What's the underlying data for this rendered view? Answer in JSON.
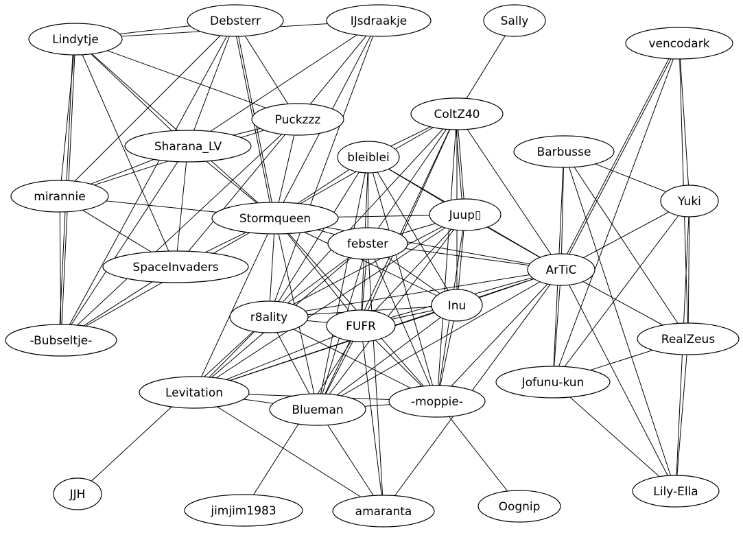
{
  "graph": {
    "nodes": [
      {
        "id": "Debsterr",
        "label": "Debsterr"
      },
      {
        "id": "IJsdraakje",
        "label": "IJsdraakje"
      },
      {
        "id": "Sally",
        "label": "Sally"
      },
      {
        "id": "vencodark",
        "label": "vencodark"
      },
      {
        "id": "Lindytje",
        "label": "Lindytje"
      },
      {
        "id": "Puckzzz",
        "label": "Puckzzz"
      },
      {
        "id": "ColtZ40",
        "label": "ColtZ40"
      },
      {
        "id": "Sharana_LV",
        "label": "Sharana_LV"
      },
      {
        "id": "bleiblei",
        "label": "bleiblei"
      },
      {
        "id": "Barbusse",
        "label": "Barbusse"
      },
      {
        "id": "mirannie",
        "label": "mirannie"
      },
      {
        "id": "Yuki",
        "label": "Yuki"
      },
      {
        "id": "Stormqueen",
        "label": "Stormqueen"
      },
      {
        "id": "Juup",
        "label": "Juup▯"
      },
      {
        "id": "febster",
        "label": "febster"
      },
      {
        "id": "SpaceInvaders",
        "label": "SpaceInvaders"
      },
      {
        "id": "ArTiC",
        "label": "ArTiC"
      },
      {
        "id": "Inu",
        "label": "Inu"
      },
      {
        "id": "r8ality",
        "label": "r8ality"
      },
      {
        "id": "FUFR",
        "label": "FUFR"
      },
      {
        "id": "RealZeus",
        "label": "RealZeus"
      },
      {
        "id": "Bubseltje",
        "label": "-Bubseltje-"
      },
      {
        "id": "Jofunu-kun",
        "label": "Jofunu-kun"
      },
      {
        "id": "Levitation",
        "label": "Levitation"
      },
      {
        "id": "moppie",
        "label": "-moppie-"
      },
      {
        "id": "Blueman",
        "label": "Blueman"
      },
      {
        "id": "JJH",
        "label": "JJH"
      },
      {
        "id": "Lily-Ella",
        "label": "Lily-Ella"
      },
      {
        "id": "Oognip",
        "label": "Oognip"
      },
      {
        "id": "jimjim1983",
        "label": "jimjim1983"
      },
      {
        "id": "amaranta",
        "label": "amaranta"
      }
    ],
    "edges": [
      [
        "Lindytje",
        "Debsterr"
      ],
      [
        "Lindytje",
        "IJsdraakje"
      ],
      [
        "Lindytje",
        "mirannie"
      ],
      [
        "Lindytje",
        "Sharana_LV"
      ],
      [
        "Lindytje",
        "Puckzzz"
      ],
      [
        "Lindytje",
        "Stormqueen"
      ],
      [
        "Lindytje",
        "SpaceInvaders"
      ],
      [
        "Lindytje",
        "Bubseltje"
      ],
      [
        "Lindytje",
        "Bubseltje"
      ],
      [
        "Debsterr",
        "Sharana_LV"
      ],
      [
        "Debsterr",
        "Puckzzz"
      ],
      [
        "Debsterr",
        "Stormqueen"
      ],
      [
        "Debsterr",
        "Stormqueen"
      ],
      [
        "Debsterr",
        "mirannie"
      ],
      [
        "Debsterr",
        "Bubseltje"
      ],
      [
        "IJsdraakje",
        "Puckzzz"
      ],
      [
        "IJsdraakje",
        "Sharana_LV"
      ],
      [
        "IJsdraakje",
        "Stormqueen"
      ],
      [
        "IJsdraakje",
        "r8ality"
      ],
      [
        "Sally",
        "ColtZ40"
      ],
      [
        "vencodark",
        "ArTiC"
      ],
      [
        "vencodark",
        "ArTiC"
      ],
      [
        "vencodark",
        "Yuki"
      ],
      [
        "vencodark",
        "RealZeus"
      ],
      [
        "vencodark",
        "Jofunu-kun"
      ],
      [
        "Puckzzz",
        "Sharana_LV"
      ],
      [
        "Puckzzz",
        "mirannie"
      ],
      [
        "Puckzzz",
        "Stormqueen"
      ],
      [
        "Puckzzz",
        "SpaceInvaders"
      ],
      [
        "Puckzzz",
        "Bubseltje"
      ],
      [
        "Sharana_LV",
        "mirannie"
      ],
      [
        "Sharana_LV",
        "Stormqueen"
      ],
      [
        "Sharana_LV",
        "SpaceInvaders"
      ],
      [
        "Sharana_LV",
        "Bubseltje"
      ],
      [
        "ColtZ40",
        "bleiblei"
      ],
      [
        "ColtZ40",
        "Juup"
      ],
      [
        "ColtZ40",
        "Juup"
      ],
      [
        "ColtZ40",
        "febster"
      ],
      [
        "ColtZ40",
        "ArTiC"
      ],
      [
        "ColtZ40",
        "Inu"
      ],
      [
        "ColtZ40",
        "r8ality"
      ],
      [
        "ColtZ40",
        "FUFR"
      ],
      [
        "ColtZ40",
        "Blueman"
      ],
      [
        "ColtZ40",
        "moppie"
      ],
      [
        "ColtZ40",
        "Stormqueen"
      ],
      [
        "bleiblei",
        "Stormqueen"
      ],
      [
        "bleiblei",
        "Juup"
      ],
      [
        "bleiblei",
        "febster"
      ],
      [
        "bleiblei",
        "ArTiC"
      ],
      [
        "bleiblei",
        "Inu"
      ],
      [
        "bleiblei",
        "r8ality"
      ],
      [
        "bleiblei",
        "FUFR"
      ],
      [
        "bleiblei",
        "moppie"
      ],
      [
        "bleiblei",
        "Blueman"
      ],
      [
        "Barbusse",
        "Yuki"
      ],
      [
        "Barbusse",
        "ArTiC"
      ],
      [
        "Barbusse",
        "RealZeus"
      ],
      [
        "Barbusse",
        "Jofunu-kun"
      ],
      [
        "Barbusse",
        "Lily-Ella"
      ],
      [
        "mirannie",
        "Stormqueen"
      ],
      [
        "mirannie",
        "SpaceInvaders"
      ],
      [
        "mirannie",
        "Bubseltje"
      ],
      [
        "Yuki",
        "ArTiC"
      ],
      [
        "Yuki",
        "RealZeus"
      ],
      [
        "Yuki",
        "Jofunu-kun"
      ],
      [
        "Yuki",
        "Lily-Ella"
      ],
      [
        "Stormqueen",
        "Juup"
      ],
      [
        "Stormqueen",
        "febster"
      ],
      [
        "Stormqueen",
        "ArTiC"
      ],
      [
        "Stormqueen",
        "SpaceInvaders"
      ],
      [
        "Stormqueen",
        "Bubseltje"
      ],
      [
        "Stormqueen",
        "Inu"
      ],
      [
        "Stormqueen",
        "r8ality"
      ],
      [
        "Stormqueen",
        "FUFR"
      ],
      [
        "Stormqueen",
        "Levitation"
      ],
      [
        "Stormqueen",
        "moppie"
      ],
      [
        "Stormqueen",
        "Blueman"
      ],
      [
        "Juup",
        "febster"
      ],
      [
        "Juup",
        "ArTiC"
      ],
      [
        "Juup",
        "Inu"
      ],
      [
        "Juup",
        "r8ality"
      ],
      [
        "Juup",
        "FUFR"
      ],
      [
        "Juup",
        "Levitation"
      ],
      [
        "Juup",
        "moppie"
      ],
      [
        "Juup",
        "Blueman"
      ],
      [
        "febster",
        "ArTiC"
      ],
      [
        "febster",
        "Inu"
      ],
      [
        "febster",
        "r8ality"
      ],
      [
        "febster",
        "FUFR"
      ],
      [
        "febster",
        "Levitation"
      ],
      [
        "febster",
        "moppie"
      ],
      [
        "febster",
        "Blueman"
      ],
      [
        "febster",
        "amaranta"
      ],
      [
        "SpaceInvaders",
        "Bubseltje"
      ],
      [
        "ArTiC",
        "Inu"
      ],
      [
        "ArTiC",
        "r8ality"
      ],
      [
        "ArTiC",
        "FUFR"
      ],
      [
        "ArTiC",
        "RealZeus"
      ],
      [
        "ArTiC",
        "Jofunu-kun"
      ],
      [
        "ArTiC",
        "Lily-Ella"
      ],
      [
        "ArTiC",
        "Levitation"
      ],
      [
        "ArTiC",
        "moppie"
      ],
      [
        "ArTiC",
        "Blueman"
      ],
      [
        "ArTiC",
        "amaranta"
      ],
      [
        "Inu",
        "r8ality"
      ],
      [
        "Inu",
        "FUFR"
      ],
      [
        "Inu",
        "Levitation"
      ],
      [
        "Inu",
        "moppie"
      ],
      [
        "Inu",
        "Blueman"
      ],
      [
        "r8ality",
        "FUFR"
      ],
      [
        "r8ality",
        "Levitation"
      ],
      [
        "r8ality",
        "Blueman"
      ],
      [
        "r8ality",
        "moppie"
      ],
      [
        "r8ality",
        "JJH"
      ],
      [
        "FUFR",
        "Levitation"
      ],
      [
        "FUFR",
        "Blueman"
      ],
      [
        "FUFR",
        "moppie"
      ],
      [
        "FUFR",
        "amaranta"
      ],
      [
        "FUFR",
        "jimjim1983"
      ],
      [
        "RealZeus",
        "Jofunu-kun"
      ],
      [
        "RealZeus",
        "Lily-Ella"
      ],
      [
        "Jofunu-kun",
        "Lily-Ella"
      ],
      [
        "Levitation",
        "Blueman"
      ],
      [
        "Levitation",
        "moppie"
      ],
      [
        "Levitation",
        "amaranta"
      ],
      [
        "moppie",
        "Blueman"
      ],
      [
        "moppie",
        "Oognip"
      ],
      [
        "Blueman",
        "amaranta"
      ]
    ]
  }
}
